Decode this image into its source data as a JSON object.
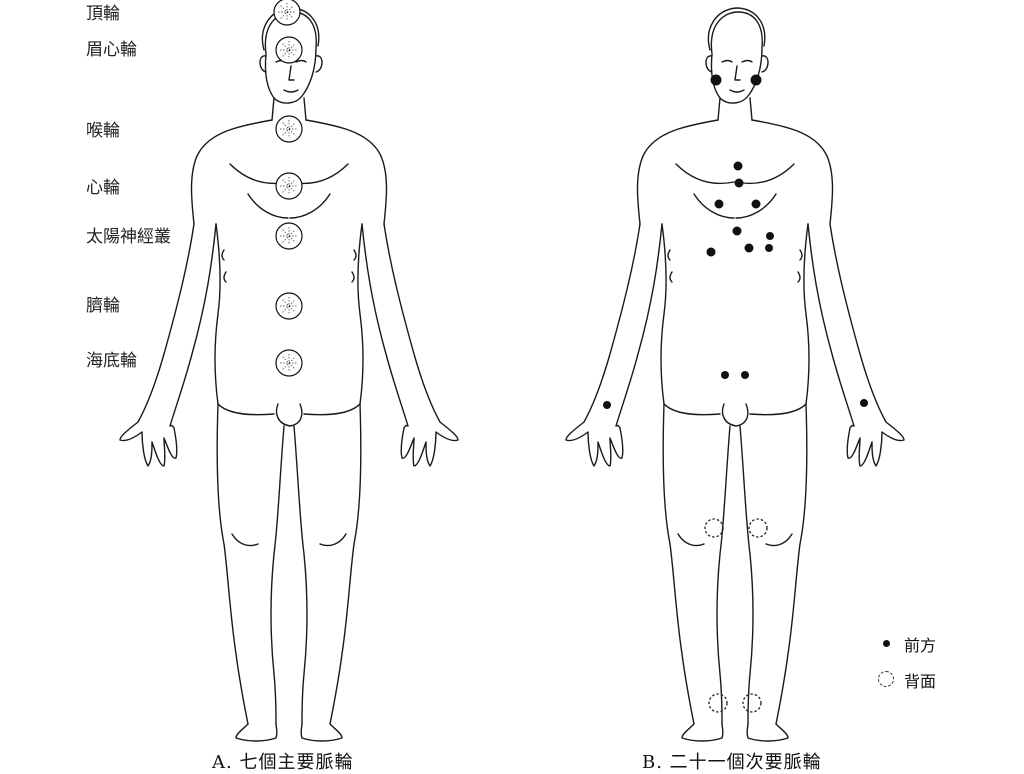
{
  "figure_a": {
    "caption": "A. 七個主要脈輪",
    "chakras": [
      {
        "label": "頂輪"
      },
      {
        "label": "眉心輪"
      },
      {
        "label": "喉輪"
      },
      {
        "label": "心輪"
      },
      {
        "label": "太陽神經叢"
      },
      {
        "label": "臍輪"
      },
      {
        "label": "海底輪"
      }
    ]
  },
  "figure_b": {
    "caption": "B. 二十一個次要脈輪"
  },
  "legend": {
    "front": "前方",
    "back": "背面"
  },
  "colors": {
    "line": "#1a1a1a",
    "dot": "#111111",
    "background": "#ffffff"
  }
}
